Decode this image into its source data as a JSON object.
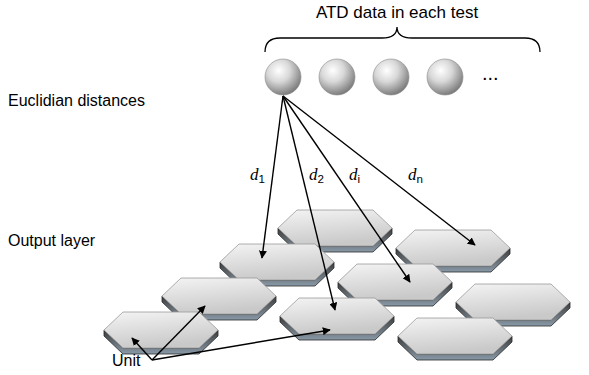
{
  "diagram": {
    "labels": [
      "ATD data in each test",
      "...",
      "Euclidian distances",
      "d1",
      "d2",
      "di",
      "dn",
      "Output layer",
      "Unit"
    ]
  }
}
